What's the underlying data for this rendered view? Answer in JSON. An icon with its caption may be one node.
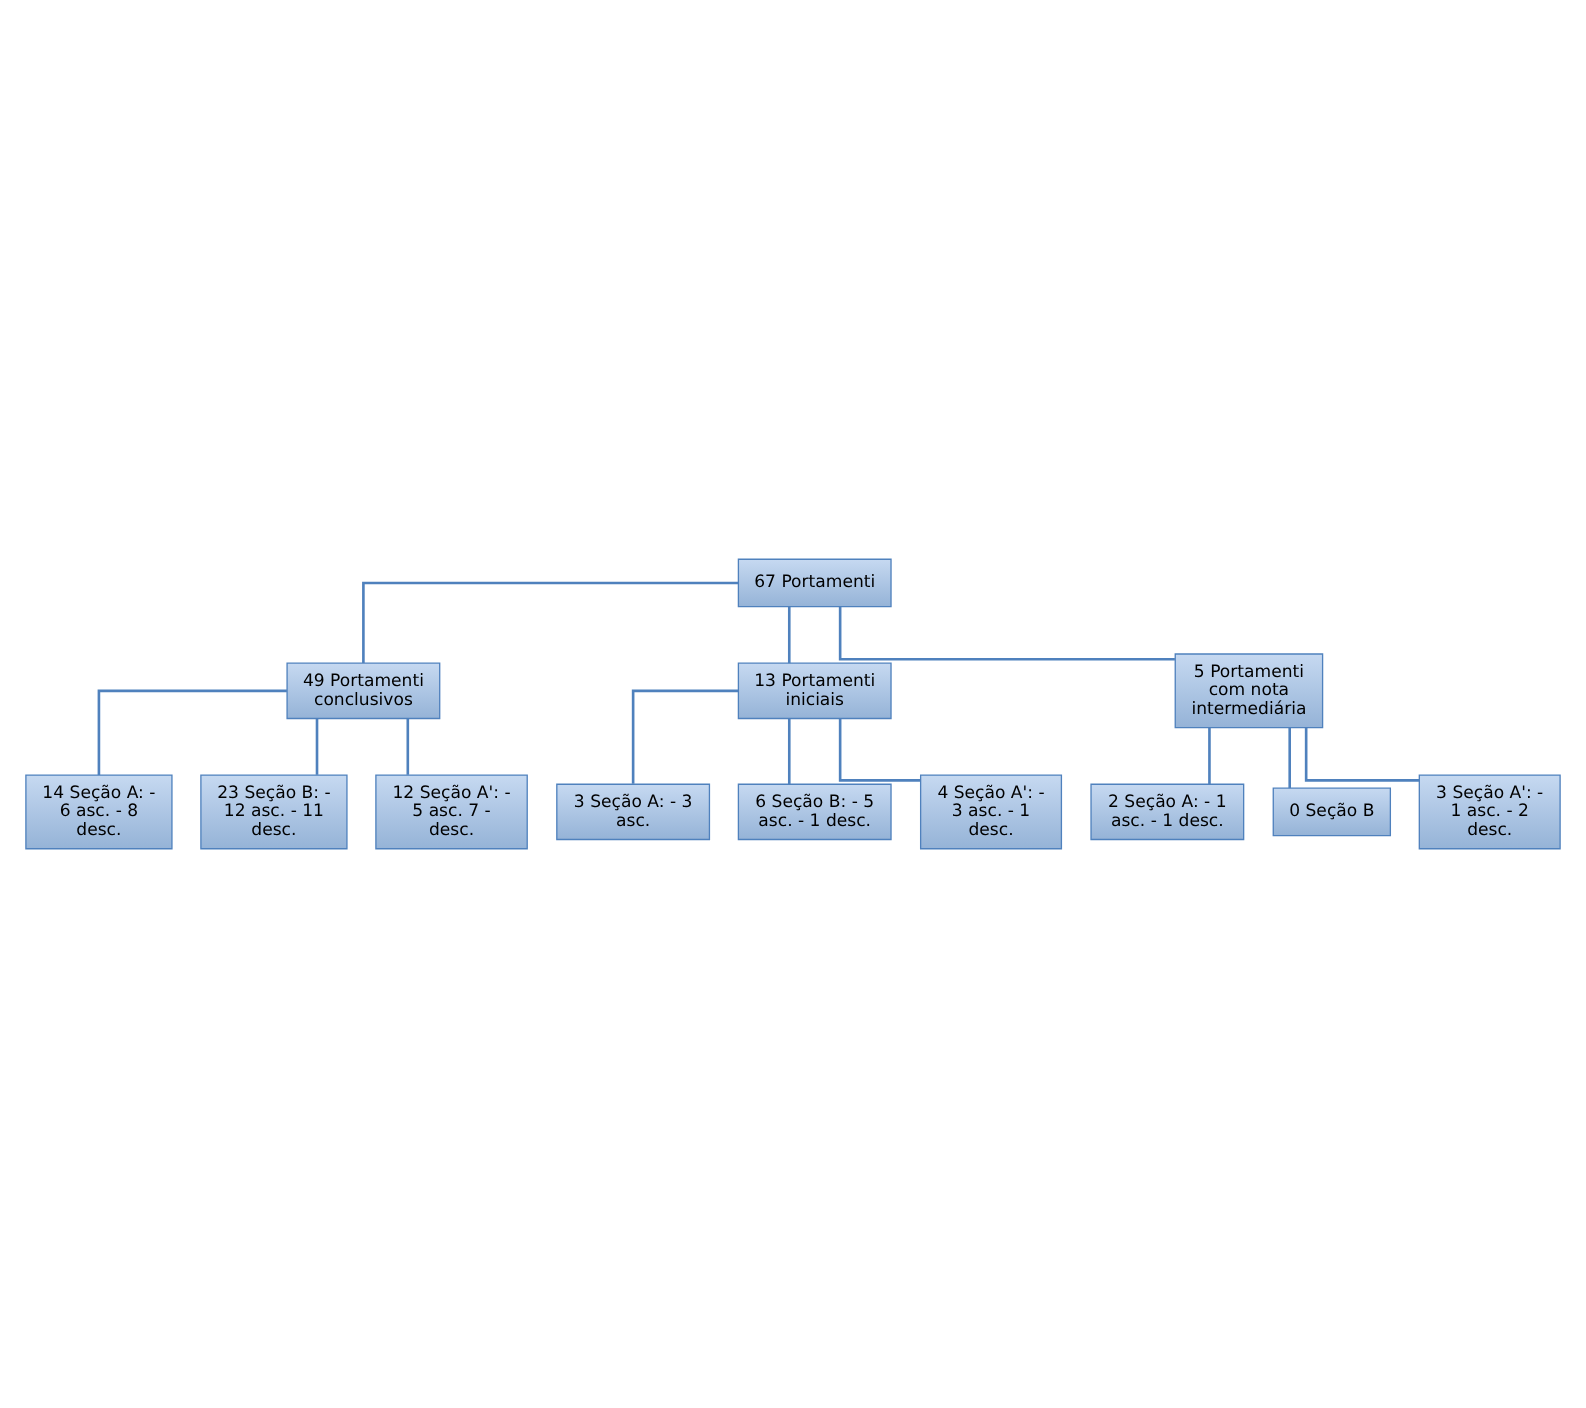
{
  "diagram": {
    "nodes": [
      {
        "text": [
          "67 Portamenti"
        ]
      },
      {
        "text": [
          "49 Portamenti conclusivos"
        ]
      },
      {
        "text": [
          "13 Portamenti iniciais"
        ]
      },
      {
        "text": [
          "5 Portamenti com nota intermediária"
        ]
      },
      {
        "text": [
          "14 Seção A: - 6 asc. - 8 desc."
        ]
      },
      {
        "text": [
          "23 Seção B: - 12 asc. - 11 desc."
        ]
      },
      {
        "text": [
          "12 Seção A': - 5 asc. 7 - desc."
        ]
      },
      {
        "text": [
          "3 Seção A: - 3 asc."
        ]
      },
      {
        "text": [
          "6 Seção B: - 5 asc. - 1 desc."
        ]
      },
      {
        "text": [
          "4 Seção A': - 3 asc. - 1 desc."
        ]
      },
      {
        "text": [
          "2 Seção A: - 1 asc. - 1 desc."
        ]
      },
      {
        "text": [
          "0 Seção B"
        ]
      },
      {
        "text": [
          "3 Seção A': - 1 asc. - 2 desc."
        ]
      }
    ],
    "edges": [
      {
        "from": 0,
        "to": 1,
        "arrow": "none"
      },
      {
        "from": 0,
        "to": 2,
        "arrow": "none"
      },
      {
        "from": 0,
        "to": 3,
        "arrow": "none"
      },
      {
        "from": 1,
        "to": 4,
        "arrow": "none"
      },
      {
        "from": 1,
        "to": 5,
        "arrow": "none"
      },
      {
        "from": 1,
        "to": 6,
        "arrow": "none"
      },
      {
        "from": 2,
        "to": 7,
        "arrow": "none"
      },
      {
        "from": 2,
        "to": 8,
        "arrow": "none"
      },
      {
        "from": 2,
        "to": 9,
        "arrow": "none"
      },
      {
        "from": 3,
        "to": 10,
        "arrow": "none"
      },
      {
        "from": 3,
        "to": 11,
        "arrow": "none"
      },
      {
        "from": 3,
        "to": 12,
        "arrow": "none"
      }
    ]
  }
}
